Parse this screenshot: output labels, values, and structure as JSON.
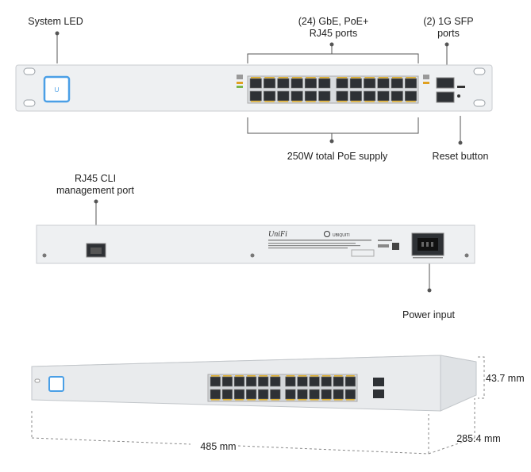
{
  "front": {
    "callouts": {
      "system_led": "System LED",
      "rj45_ports_line1": "(24) GbE, PoE+",
      "rj45_ports_line2": "RJ45 ports",
      "sfp_line1": "(2) 1G SFP",
      "sfp_line2": "ports",
      "poe_supply": "250W total PoE supply",
      "reset": "Reset button"
    },
    "port_count": 24,
    "sfp_count": 2
  },
  "back": {
    "callouts": {
      "cli_line1": "RJ45 CLI",
      "cli_line2": "management port",
      "power": "Power input"
    },
    "brand": "UniFi",
    "vendor": "UBIQUITI"
  },
  "dimensions": {
    "height": "43.7 mm",
    "depth": "285.4 mm",
    "width": "485 mm"
  },
  "colors": {
    "panel": "#eef0f2",
    "panel_edge": "#c9ccd0",
    "port_fill": "#2e3135",
    "led_blue": "#4a9fe6",
    "line": "#444444"
  }
}
